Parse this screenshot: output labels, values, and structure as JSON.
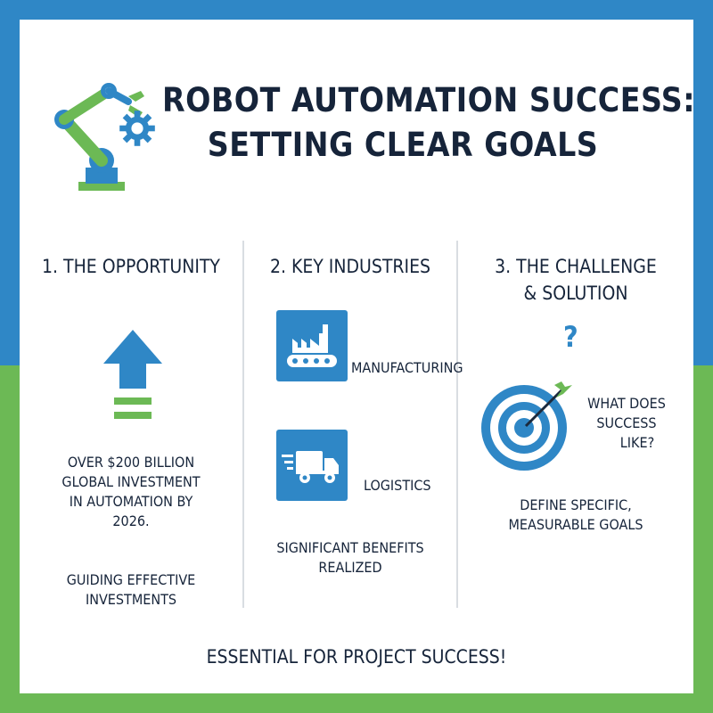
{
  "title": {
    "line1": "ROBOT AUTOMATION SUCCESS:",
    "line2": "SETTING CLEAR GOALS"
  },
  "columns": [
    {
      "heading": "1. THE OPPORTUNITY",
      "body": [
        "OVER $200 BILLION",
        "GLOBAL INVESTMENT",
        "IN AUTOMATION BY",
        "2026."
      ],
      "note": [
        "GUIDING EFFECTIVE",
        "INVESTMENTS"
      ]
    },
    {
      "heading": "2. KEY INDUSTRIES",
      "industries": [
        "MANUFACTURING",
        "LOGISTICS"
      ],
      "note": [
        "SIGNIFICANT BENEFITS",
        "REALIZED"
      ]
    },
    {
      "heading_lines": [
        "3. THE CHALLENGE",
        "& SOLUTION"
      ],
      "question_mark": "?",
      "question": [
        "WHAT DOES",
        "SUCCESS",
        "LIKE?"
      ],
      "note": [
        "DEFINE SPECIFIC,",
        "MEASURABLE GOALS"
      ]
    }
  ],
  "footer": "ESSENTIAL FOR PROJECT SUCCESS!",
  "icons": [
    "robot-arm-icon",
    "gear-icon",
    "up-arrow-icon",
    "factory-icon",
    "delivery-truck-icon",
    "target-icon"
  ],
  "colors": {
    "blue": "#2f87c6",
    "green": "#6cb955",
    "text": "#16243a"
  }
}
